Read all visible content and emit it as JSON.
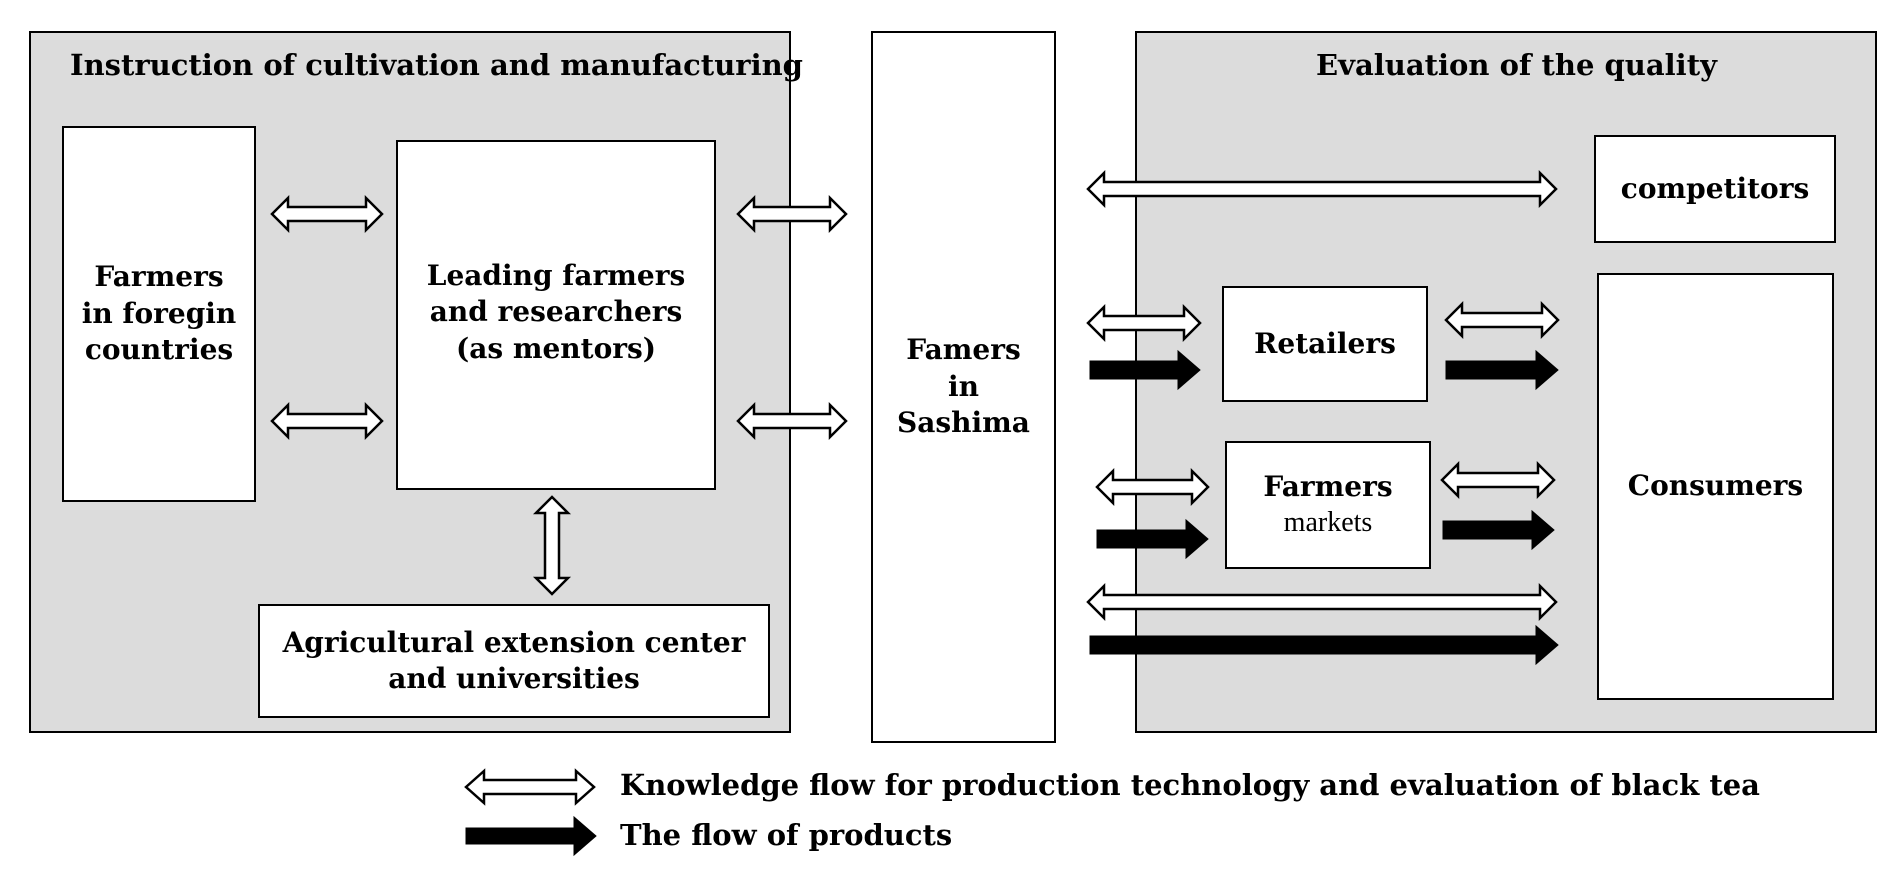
{
  "left_panel": {
    "title": "Instruction of cultivation and manufacturing",
    "foreign": [
      "Farmers",
      "in foregin",
      "countries"
    ],
    "leading": [
      "Leading farmers",
      "and researchers",
      "(as mentors)"
    ],
    "extension": [
      "Agricultural extension center",
      "and universities"
    ]
  },
  "center": {
    "lines": [
      "Famers",
      "in",
      "Sashima"
    ]
  },
  "right_panel": {
    "title": "Evaluation of the quality",
    "competitors": "competitors",
    "retailers": "Retailers",
    "farmers_markets": [
      "Farmers",
      "markets"
    ],
    "consumers": "Consumers"
  },
  "legend": {
    "knowledge": "Knowledge flow for production technology and evaluation of black tea",
    "products": "The flow of products"
  },
  "colors": {
    "panel": "#dcdcdc",
    "border": "#000000",
    "box": "#ffffff"
  }
}
